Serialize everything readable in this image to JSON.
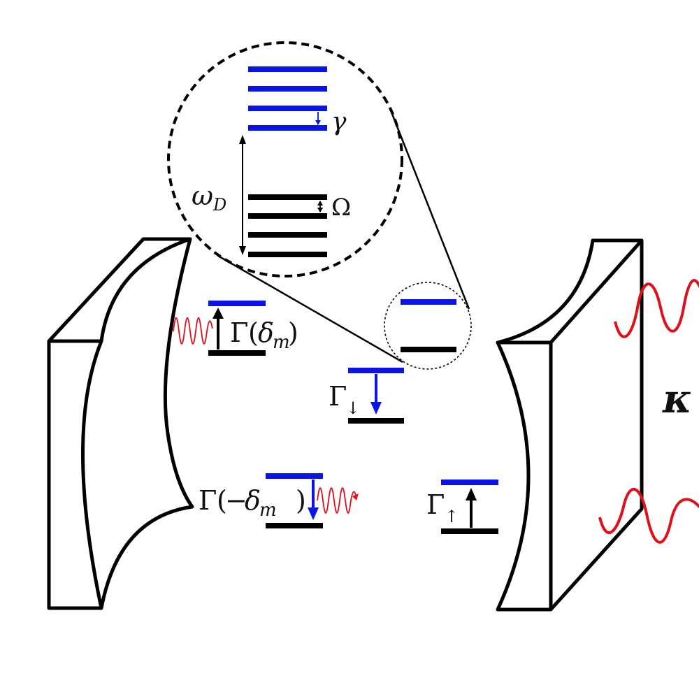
{
  "colors": {
    "ink": "#000000",
    "excited_level": "#0a14e6",
    "photon": "#e0101a"
  },
  "labels": {
    "gamma_spacing": "γ",
    "omega_spacing": "Ω",
    "omega_d_symbol": "ω",
    "omega_d_sub": "D",
    "gamma_symbol": "Γ",
    "delta_symbol": "δ",
    "delta_sub": "m",
    "paren_open": "(",
    "paren_close": ")",
    "minus": "−",
    "down_arrow_sub": "↓",
    "up_arrow_sub": "↑",
    "kappa": "κ"
  },
  "icons": {
    "left_mirror": "concave-mirror",
    "right_mirror": "concave-mirror",
    "zoom_lens": "dashed-magnifier-circle",
    "photon": "wavy-photon"
  }
}
